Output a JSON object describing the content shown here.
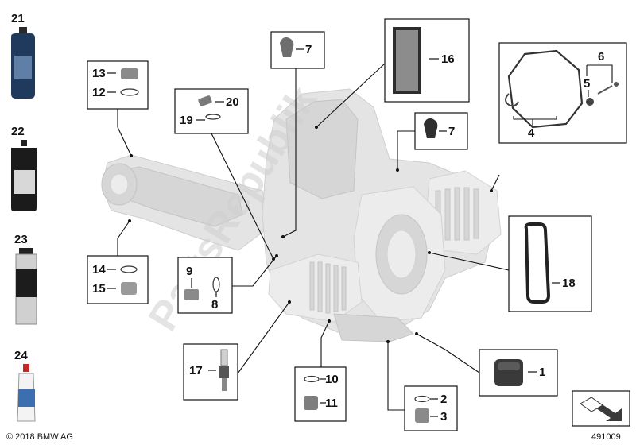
{
  "callouts": {
    "c1": "1",
    "c2": "2",
    "c3": "3",
    "c4": "4",
    "c5": "5",
    "c6": "6",
    "c7a": "7",
    "c7b": "7",
    "c8": "8",
    "c9": "9",
    "c10": "10",
    "c11": "11",
    "c12": "12",
    "c13": "13",
    "c14": "14",
    "c15": "15",
    "c16": "16",
    "c17": "17",
    "c18": "18",
    "c19": "19",
    "c20": "20",
    "c21": "21",
    "c22": "22",
    "c23": "23",
    "c24": "24"
  },
  "footer": {
    "copyright": "© 2018 BMW AG",
    "diagram_number": "491009"
  },
  "watermark": "PartsRepublik"
}
